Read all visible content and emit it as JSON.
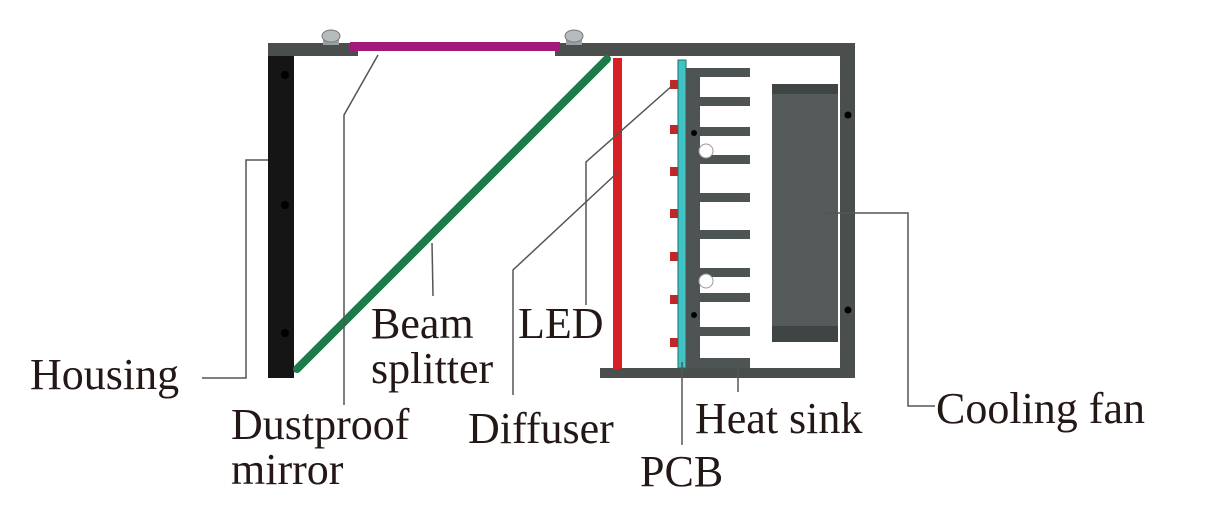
{
  "labels": {
    "housing": "Housing",
    "dustproof_line1": "Dustproof",
    "dustproof_line2": "mirror",
    "beam_line1": "Beam",
    "beam_line2": "splitter",
    "led": "LED",
    "diffuser": "Diffuser",
    "pcb": "PCB",
    "heat_sink": "Heat sink",
    "cooling_fan": "Cooling fan"
  },
  "colors": {
    "housing": "#4a4f4e",
    "housing_left_wall": "#151515",
    "dustproof_mirror": "#a3197a",
    "beam_splitter": "#1f7a4a",
    "diffuser": "#d91f26",
    "pcb": "#3fc3c3",
    "led": "#c02828",
    "heat_sink": "#4d5453",
    "cooling_fan": "#545b5a",
    "label_text": "#231815",
    "leader_line": "#555555"
  }
}
